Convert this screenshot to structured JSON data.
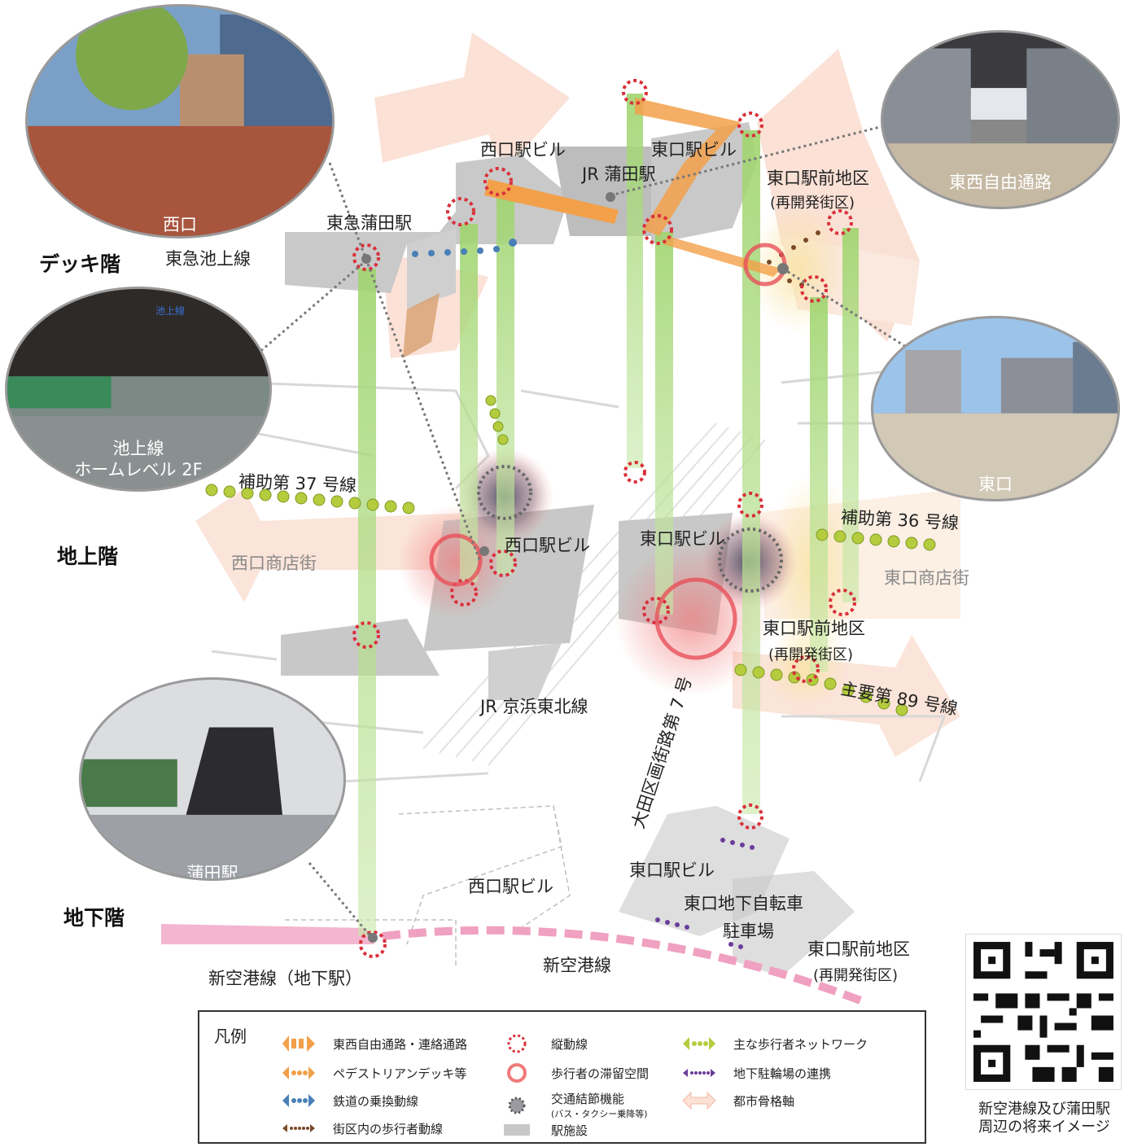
{
  "levels": {
    "deck": "デッキ階",
    "ground": "地上階",
    "underground": "地下階"
  },
  "photos": {
    "west_exit": "西口",
    "ikegami_platform_line1": "池上線",
    "ikegami_platform_line2": "ホームレベル 2F",
    "ikegami_sign": "池上線",
    "east_west_passage": "東西自由通路",
    "east_exit": "東口",
    "kamata_station": "蒲田駅"
  },
  "deck_labels": {
    "west_station_building": "西口駅ビル",
    "east_station_building": "東口駅ビル",
    "jr_kamata": "JR 蒲田駅",
    "east_district": "東口駅前地区",
    "east_district_sub": "(再開発街区)",
    "tokyu_kamata": "東急蒲田駅",
    "tokyu_ikegami": "東急池上線"
  },
  "ground_labels": {
    "road_37": "補助第 37 号線",
    "west_station_building": "西口駅ビル",
    "east_station_building": "東口駅ビル",
    "road_36": "補助第 36 号線",
    "west_shopping": "西口商店街",
    "east_shopping": "東口商店街",
    "east_district": "東口駅前地区",
    "east_district_sub": "(再開発街区)",
    "road_89": "主要第 89 号線",
    "jr_keihin": "JR 京浜東北線",
    "road_7": "大田区画街路第 7 号"
  },
  "underground_labels": {
    "east_station_building": "東口駅ビル",
    "west_station_building": "西口駅ビル",
    "bicycle_parking_line1": "東口地下自転車",
    "bicycle_parking_line2": "駐車場",
    "east_district": "東口駅前地区",
    "east_district_sub": "(再開発街区)",
    "new_airport_line": "新空港線",
    "new_airport_station": "新空港線（地下駅）"
  },
  "legend": {
    "title": "凡例",
    "items": [
      {
        "label": "東西自由通路・連絡通路",
        "icon": "orange-block-arrow"
      },
      {
        "label": "ペデストリアンデッキ等",
        "icon": "orange-dot-arrow"
      },
      {
        "label": "鉄道の乗換動線",
        "icon": "blue-dot-arrow"
      },
      {
        "label": "街区内の歩行者動線",
        "icon": "brown-dot-arrow"
      },
      {
        "label": "縦動線",
        "icon": "red-dotted-circle"
      },
      {
        "label": "歩行者の滞留空間",
        "icon": "red-ring"
      },
      {
        "label": "交通結節機能",
        "sub": "(バス・タクシー乗降等)",
        "icon": "gray-dotted-circle"
      },
      {
        "label": "駅施設",
        "icon": "gray-box"
      },
      {
        "label": "主な歩行者ネットワーク",
        "icon": "green-dot-arrow"
      },
      {
        "label": "地下駐輪場の連携",
        "icon": "purple-dot-arrow"
      },
      {
        "label": "都市骨格軸",
        "icon": "pink-double-arrow"
      }
    ]
  },
  "qr_caption_line1": "新空港線及び蒲田駅",
  "qr_caption_line2": "周辺の将来イメージ",
  "colors": {
    "orange": "#f2a04a",
    "green": "#a9d67a",
    "red": "#e2404a",
    "blue": "#4a7fb8",
    "purple": "#6a3d9a",
    "pink": "#f0a0c0",
    "building": "#c8c8c8",
    "skeleton_axis": "#f7c9b4"
  }
}
